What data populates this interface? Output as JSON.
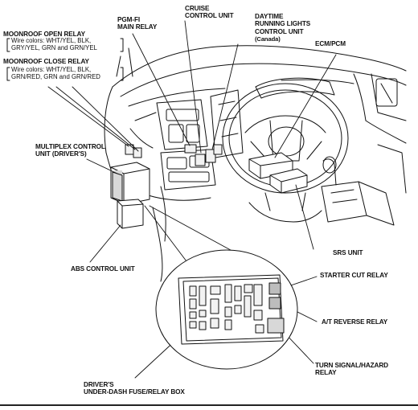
{
  "labels": {
    "pgm_fi": "PGM-FI\nMAIN RELAY",
    "cruise": "CRUISE\nCONTROL UNIT",
    "daytime": "DAYTIME\nRUNNING LIGHTS\nCONTROL UNIT",
    "daytime_sub": "(Canada)",
    "ecm": "ECM/PCM",
    "moonroof_open": "MOONROOF OPEN RELAY",
    "moonroof_open_wires": "Wire colors: WHT/YEL, BLK,\nGRY/YEL, GRN and GRN/YEL",
    "moonroof_close": "MOONROOF CLOSE RELAY",
    "moonroof_close_wires": "Wire colors: WHT/YEL, BLK,\nGRN/RED, GRN and GRN/RED",
    "multiplex": "MULTIPLEX CONTROL\nUNIT (DRIVER'S)",
    "srs": "SRS UNIT",
    "abs": "ABS CONTROL UNIT",
    "starter_cut": "STARTER CUT RELAY",
    "at_reverse": "A/T REVERSE RELAY",
    "turn_signal": "TURN SIGNAL/HAZARD\nRELAY",
    "fuse_box": "DRIVER'S\nUNDER-DASH FUSE/RELAY BOX"
  },
  "colors": {
    "line": "#111111",
    "background": "#ffffff",
    "fill_light": "#f2f2f2",
    "fill_mid": "#d8d8d8",
    "fill_dark": "#bdbdbd"
  }
}
